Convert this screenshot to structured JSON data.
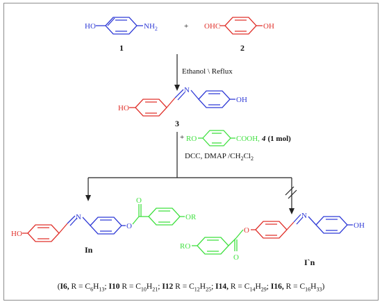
{
  "compound_1": {
    "ho": "HO",
    "nh2": "NH",
    "nh2_sub": "2",
    "number": "1"
  },
  "plus_1": "+",
  "compound_2": {
    "ohc": "OHC",
    "oh": "OH",
    "number": "2"
  },
  "step_1_conditions": "Ethanol \\ Reflux",
  "compound_3": {
    "ho": "HO",
    "n": "N",
    "oh": "OH",
    "number": "3"
  },
  "step_2": {
    "plus": "+",
    "reagent_ro": "RO",
    "reagent_cooh": "COOH,",
    "reagent_number": "4",
    "reagent_amount": "(1 mol)",
    "conditions_prefix": "DCC, DMAP /CH",
    "conditions_sub1": "2",
    "conditions_mid": "Cl",
    "conditions_sub2": "2"
  },
  "product_In": {
    "ho": "HO",
    "n": "N",
    "o": "O",
    "carbonyl_o": "O",
    "or": "OR",
    "label": "In"
  },
  "product_I_prime_n": {
    "ro": "RO",
    "o": "O",
    "carbonyl_o": "O",
    "n": "N",
    "oh": "OH",
    "label": "I`n"
  },
  "footnote": {
    "items": [
      {
        "code": "I6",
        "carbon": "6",
        "hydrogen": "13"
      },
      {
        "code": "I10",
        "carbon": "10",
        "hydrogen": "21"
      },
      {
        "code": "I12",
        "carbon": "12",
        "hydrogen": "25"
      },
      {
        "code": "I14",
        "carbon": "14",
        "hydrogen": "29"
      },
      {
        "code": "I16",
        "carbon": "16",
        "hydrogen": "33"
      }
    ],
    "r_equals": "R = C",
    "h": "H"
  },
  "colors": {
    "phenol_aldehyde": "#e0302a",
    "aminophenol": "#2f3ad6",
    "alkoxy_acid": "#3fe03f",
    "frame": "#8c8c8c"
  }
}
